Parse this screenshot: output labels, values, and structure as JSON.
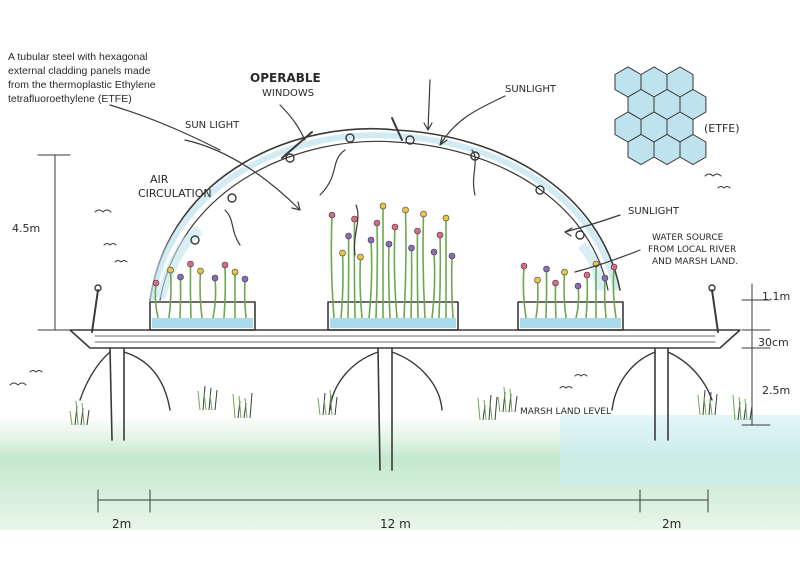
{
  "annotations": {
    "cladding_note": [
      "A tubular steel with hexagonal",
      "external cladding panels made",
      "from the thermoplastic Ethylene",
      "tetrafluoroethylene (ETFE)"
    ],
    "operable_windows": [
      "OPERABLE",
      "WINDOWS"
    ],
    "sunlight_left": "SUN LIGHT",
    "sunlight_top": "SUNLIGHT",
    "sunlight_right": "SUNLIGHT",
    "air_circulation": [
      "AIR",
      "CIRCULATION"
    ],
    "etfe_label": "(ETFE)",
    "water_source": [
      "WATER SOURCE",
      "FROM LOCAL RIVER",
      "AND MARSH LAND."
    ],
    "marsh_level": "MARSH LAND LEVEL"
  },
  "dimensions": {
    "height_total": "4.5m",
    "height_planter": "1.1m",
    "deck_thickness": "30cm",
    "height_legs": "2.5m",
    "span_left": "2m",
    "span_center": "12 m",
    "span_right": "2m"
  },
  "colors": {
    "ink": "#3a3a3a",
    "dome_tint": "#bfe3ee",
    "water": "#a8dcec",
    "ground": "#b9e4c2",
    "leaf": "#6aa84f",
    "flower_pink": "#d7698a",
    "flower_yellow": "#e8c547",
    "flower_purple": "#8a6bb8"
  }
}
